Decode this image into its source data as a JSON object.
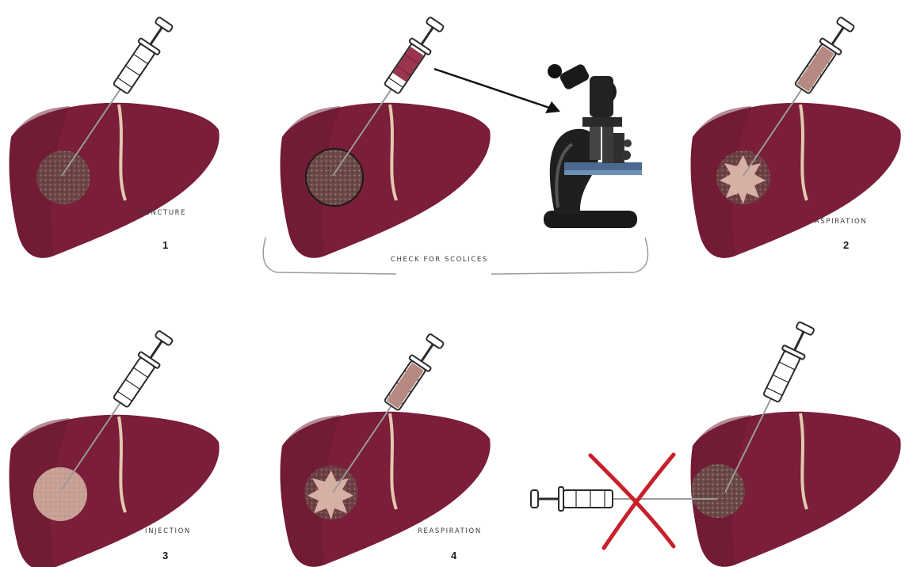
{
  "steps": [
    {
      "label": "Puncture",
      "number": "1"
    },
    {
      "label": "Aspiration",
      "number": "2"
    },
    {
      "label": "Injection",
      "number": "3"
    },
    {
      "label": "Reaspiration",
      "number": "4"
    }
  ],
  "check_label": "Check for scolices",
  "colors": {
    "liver": "#7a1e3a",
    "liver_shadow": "#5a1229",
    "ligament": "#e3c8ae",
    "cyst_dark": "#6b4a48",
    "cyst_light": "#c8a095",
    "fluid": "#b68a82",
    "blood": "#8e1f38",
    "cross": "#c8202a",
    "microscope": "#1a1a1a"
  }
}
